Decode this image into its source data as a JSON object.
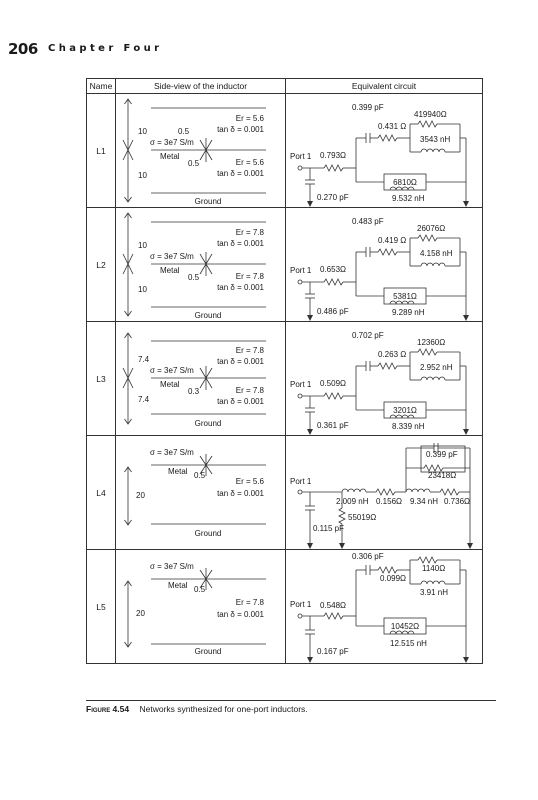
{
  "header": {
    "page_number": "206",
    "chapter": "Chapter Four"
  },
  "table": {
    "columns": [
      "Name",
      "Side-view of the inductor",
      "Equivalent circuit"
    ],
    "rows": [
      {
        "name": "L1",
        "side": {
          "sigma": "σ = 3e7 S/m",
          "metal": "Metal",
          "ground": "Ground",
          "upper_h": "10",
          "lower_h": "10",
          "t_upper": "0.5",
          "t_lower": "0.5",
          "er_upper": "Er = 5.6",
          "tan_upper": "tan δ = 0.001",
          "er_lower": "Er = 5.6",
          "tan_lower": "tan δ = 0.001"
        },
        "circuit": {
          "port": "Port 1",
          "c_top": "0.399 pF",
          "r_top": "0.431 Ω",
          "r_par": "419940Ω",
          "l_top": "3543 nH",
          "r_series": "0.793Ω",
          "r_low": "6810Ω",
          "l_low": "9.532 nH",
          "c_shunt": "0.270 pF"
        }
      },
      {
        "name": "L2",
        "side": {
          "sigma": "σ = 3e7 S/m",
          "metal": "Metal",
          "ground": "Ground",
          "upper_h": "10",
          "lower_h": "10",
          "t_upper": "",
          "t_lower": "0.5",
          "er_upper": "Er = 7.8",
          "tan_upper": "tan δ = 0.001",
          "er_lower": "Er = 7.8",
          "tan_lower": "tan δ = 0.001"
        },
        "circuit": {
          "port": "Port 1",
          "c_top": "0.483 pF",
          "r_top": "0.419 Ω",
          "r_par": "26076Ω",
          "l_top": "4.158 nH",
          "r_series": "0.653Ω",
          "r_low": "5381Ω",
          "l_low": "9.289 nH",
          "c_shunt": "0.486 pF"
        }
      },
      {
        "name": "L3",
        "side": {
          "sigma": "σ = 3e7 S/m",
          "metal": "Metal",
          "ground": "Ground",
          "upper_h": "7.4",
          "lower_h": "7.4",
          "t_upper": "",
          "t_lower": "0.3",
          "er_upper": "Er = 7.8",
          "tan_upper": "tan δ = 0.001",
          "er_lower": "Er = 7.8",
          "tan_lower": "tan δ = 0.001"
        },
        "circuit": {
          "port": "Port 1",
          "c_top": "0.702 pF",
          "r_top": "0.263 Ω",
          "r_par": "12360Ω",
          "l_top": "2.952 nH",
          "r_series": "0.509Ω",
          "r_low": "3201Ω",
          "l_low": "8.339 nH",
          "c_shunt": "0.361 pF"
        }
      },
      {
        "name": "L4",
        "side": {
          "sigma": "σ = 3e7 S/m",
          "metal": "Metal",
          "ground": "Ground",
          "h": "20",
          "t": "0.5",
          "er": "Er = 5.6",
          "tan": "tan δ = 0.001"
        },
        "circuit": {
          "port": "Port 1",
          "c_top": "0.399 pF",
          "r_top": "23418Ω",
          "l1": "2.009 nH",
          "r1": "0.156Ω",
          "l2": "9.34 nH",
          "r2": "0.736Ω",
          "r_shunt": "55019Ω",
          "c_shunt": "0.115 pF"
        }
      },
      {
        "name": "L5",
        "side": {
          "sigma": "σ = 3e7 S/m",
          "metal": "Metal",
          "ground": "Ground",
          "h": "20",
          "t": "0.5",
          "er": "Er = 7.8",
          "tan": "tan δ = 0.001"
        },
        "circuit": {
          "port": "Port 1",
          "c_top": "0.306 pF",
          "r_top": "0.099Ω",
          "r_par": "1140Ω",
          "l_top": "3.91 nH",
          "r_series": "0.548Ω",
          "r_low": "10452Ω",
          "l_low": "12.515 nH",
          "c_shunt": "0.167 pF"
        }
      }
    ]
  },
  "caption": {
    "label": "Figure 4.54",
    "text": "Networks synthesized for one-port inductors."
  }
}
